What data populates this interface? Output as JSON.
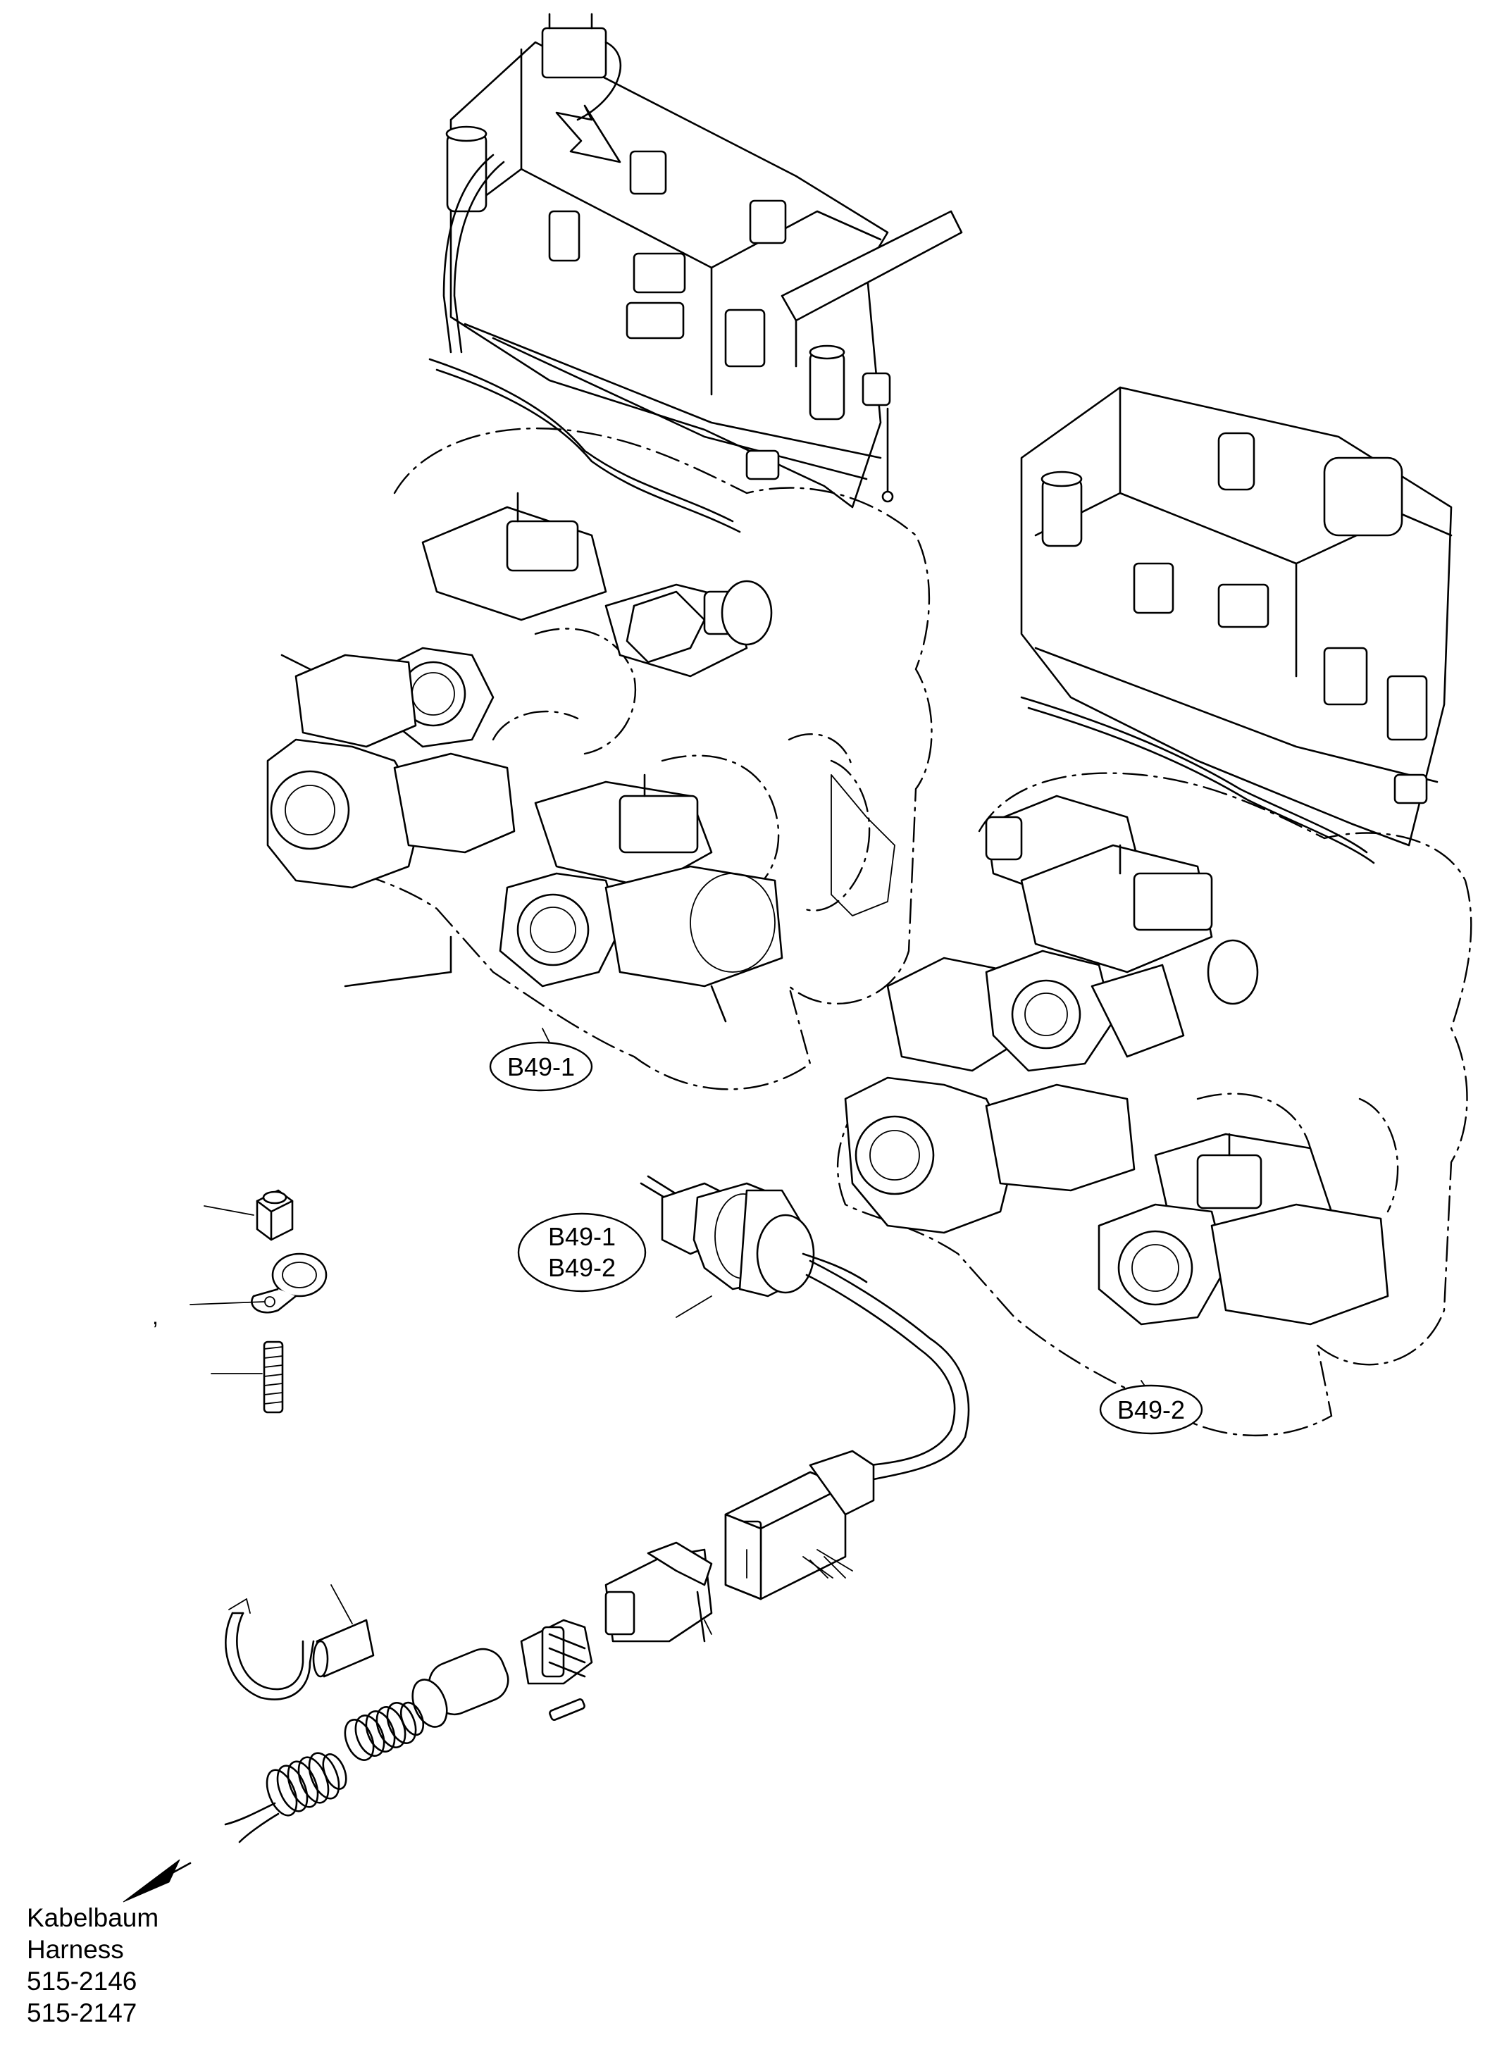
{
  "callouts": {
    "assembly_left": "B49-1",
    "assembly_right": "B49-2",
    "sensor_line1": "B49-1",
    "sensor_line2": "B49-2"
  },
  "stray_mark": ",",
  "harness_note": {
    "line1": "Kabelbaum",
    "line2": "Harness",
    "line3": "515-2146",
    "line4": "515-2147"
  }
}
